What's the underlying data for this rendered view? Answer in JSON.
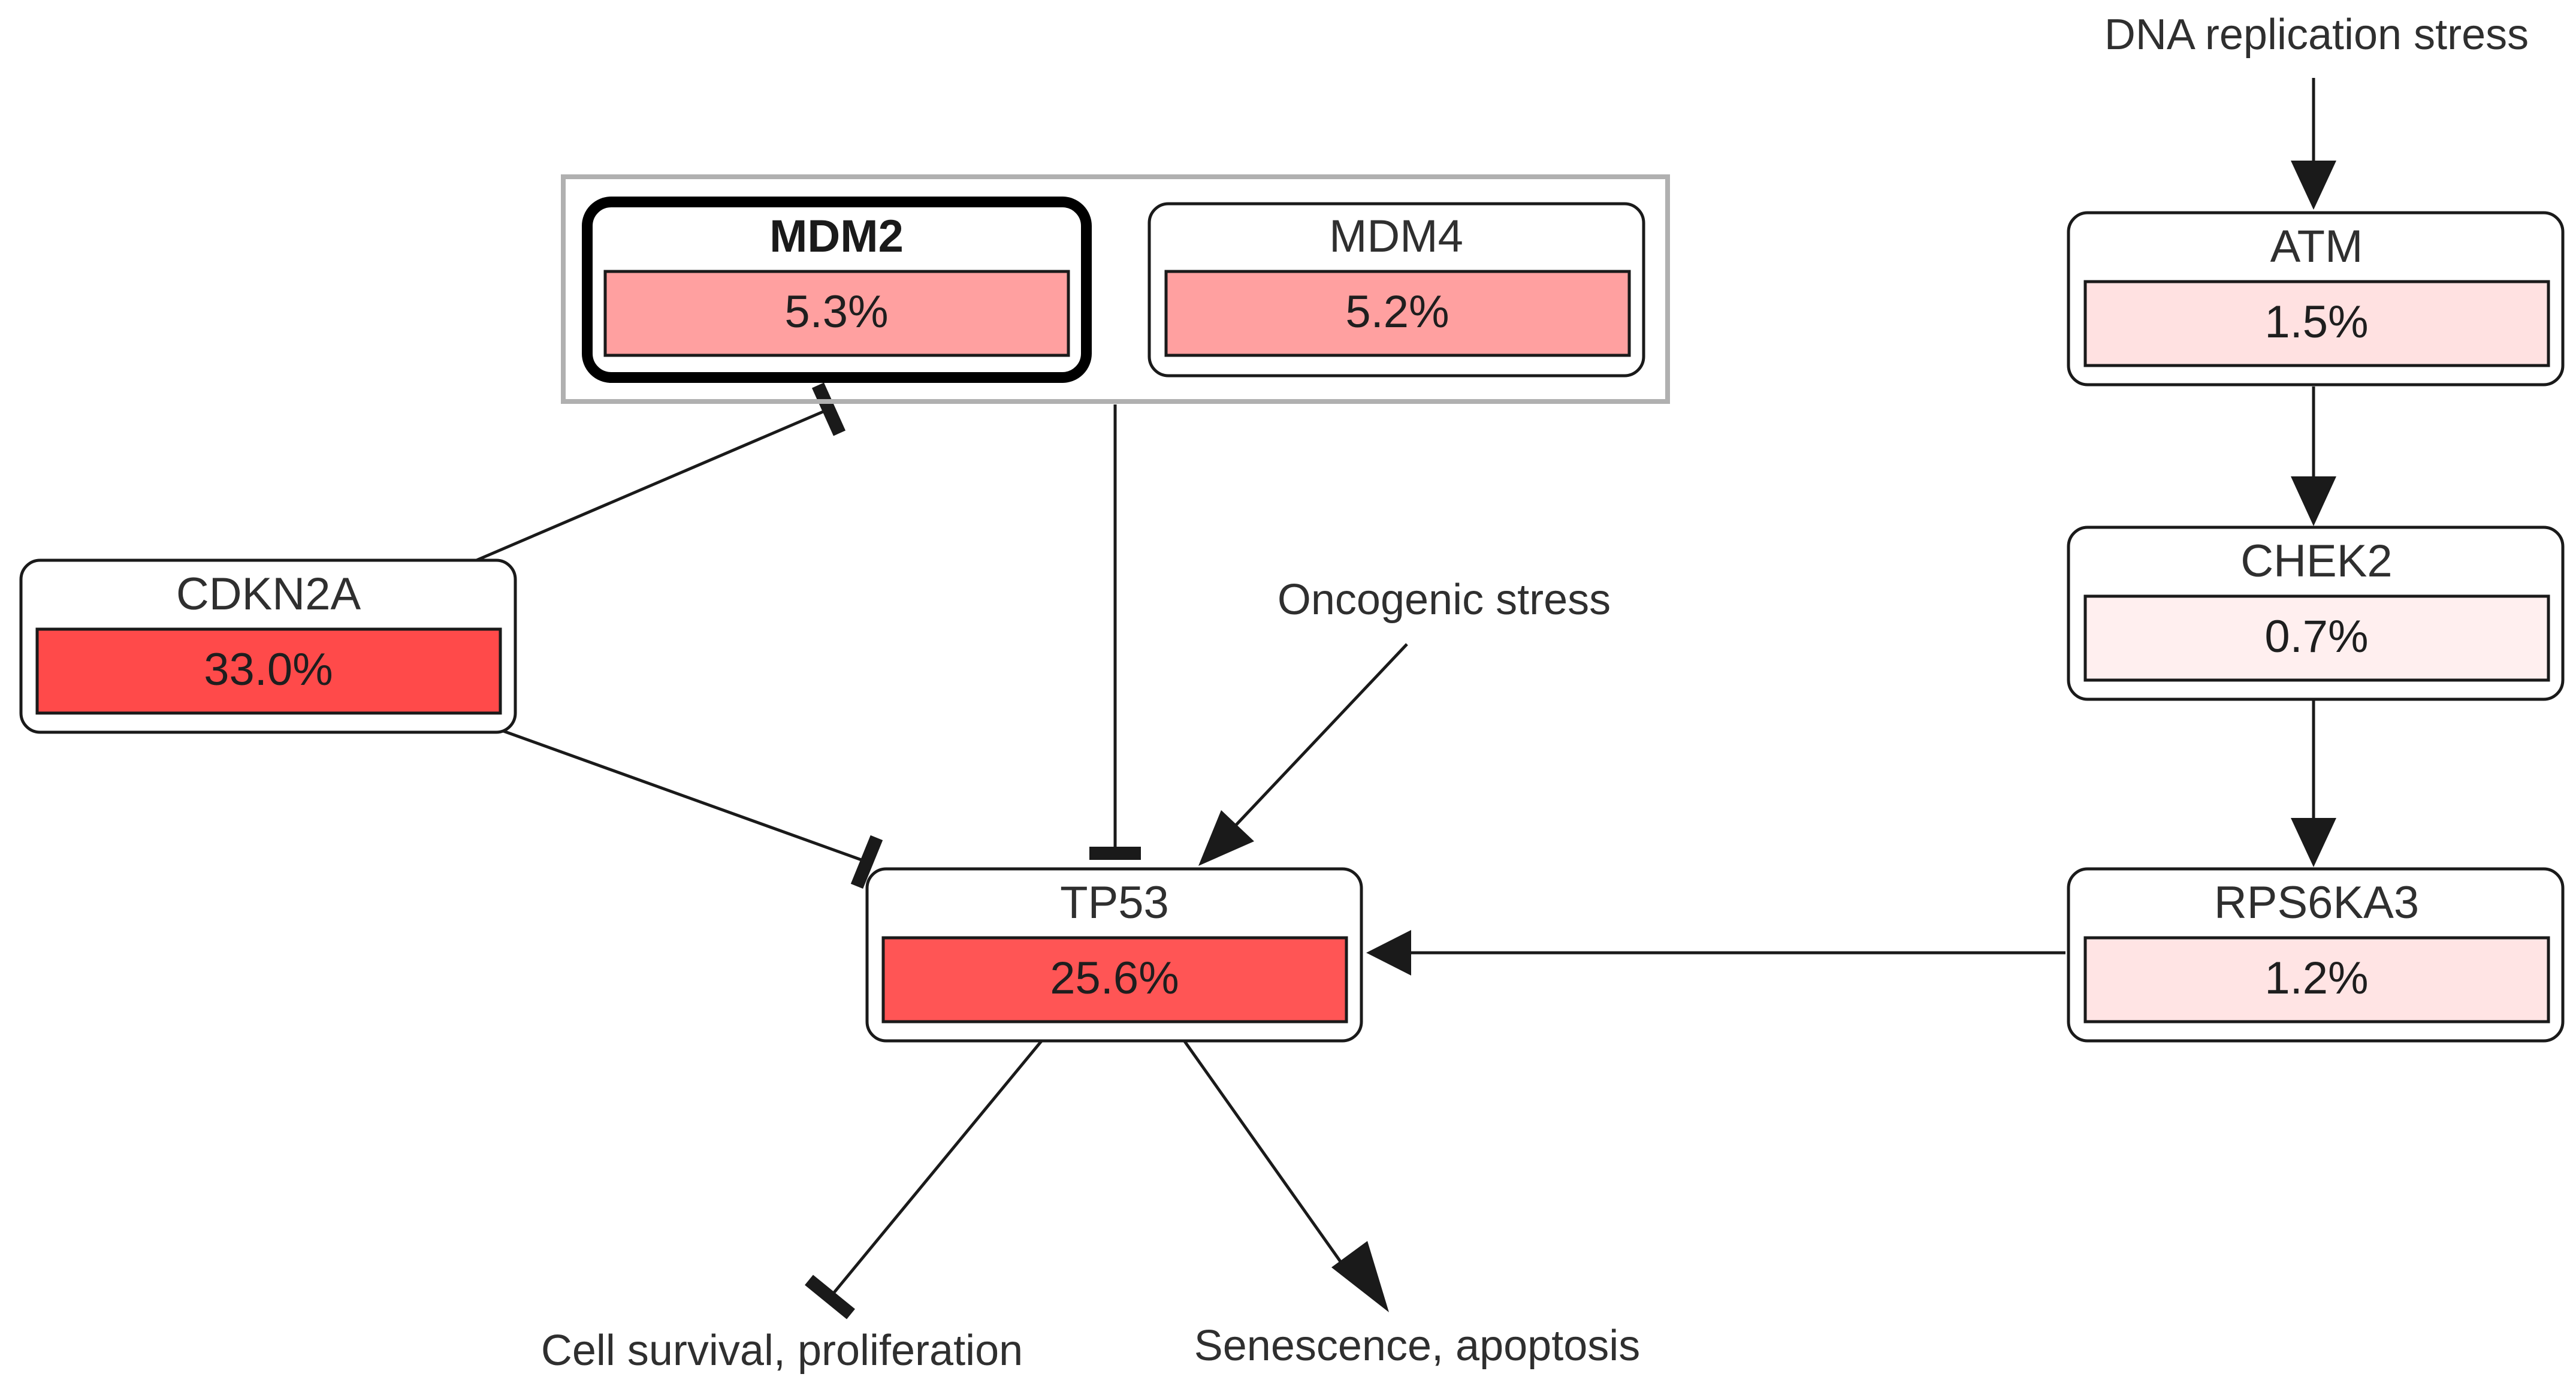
{
  "nodes": {
    "mdm2": {
      "label": "MDM2",
      "value": "5.3%",
      "color": "#ffa0a0"
    },
    "mdm4": {
      "label": "MDM4",
      "value": "5.2%",
      "color": "#ffa0a0"
    },
    "atm": {
      "label": "ATM",
      "value": "1.5%",
      "color": "#ffe1e1"
    },
    "chek2": {
      "label": "CHEK2",
      "value": "0.7%",
      "color": "#ffefef"
    },
    "rps6ka3": {
      "label": "RPS6KA3",
      "value": "1.2%",
      "color": "#ffe4e4"
    },
    "cdkn2a": {
      "label": "CDKN2A",
      "value": "33.0%",
      "color": "#ff4a4a"
    },
    "tp53": {
      "label": "TP53",
      "value": "25.6%",
      "color": "#ff5555"
    }
  },
  "labels": {
    "dna_replication_stress": "DNA replication stress",
    "oncogenic_stress": "Oncogenic stress",
    "cell_survival": "Cell survival, proliferation",
    "senescence_apoptosis": "Senescence, apoptosis"
  },
  "colors": {
    "edge": "#1a1a1a",
    "group_border": "#b0b0b0",
    "node_border": "#1a1a1a"
  }
}
